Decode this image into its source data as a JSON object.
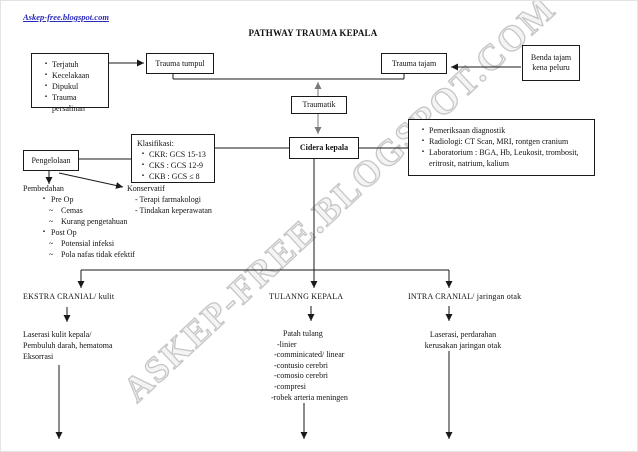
{
  "header": {
    "site_link": "Askep-free.blogspot.com",
    "title": "PATHWAY TRAUMA KEPALA"
  },
  "watermark": "ASKEP-FREE.BLOGSPOT.COM",
  "glyphs": {
    "square_bullet": "▪",
    "tilde": "~"
  },
  "flow": {
    "causes": [
      "Terjatuh",
      "Kecelakaan",
      "Dipukul",
      "Trauma persalinan"
    ],
    "trauma_tumpul": "Trauma tumpul",
    "trauma_tajam": "Trauma tajam",
    "benda_tajam": "Benda tajam kena peluru",
    "traumatik": "Traumatik",
    "cidera_kepala": "Cidera kepala",
    "klasifikasi": {
      "title": "Klasifikasi:",
      "items": [
        "CKR: GCS 15-13",
        "CKS : GCS 12-9",
        "CKB : GCS ≤ 8"
      ]
    },
    "pengelolaan": "Pengelolaan",
    "pemeriksaan": [
      "Pemeriksaan diagnostik",
      "Radiologi: CT Scan, MRI, rontgen cranium",
      "Laboratorium : BGA, Hb, Leukosit, trombosit, eritrosit, natrium, kalium"
    ],
    "pembedahan": {
      "title": "Pembedahan",
      "groups": [
        {
          "label": "Pre Op",
          "items": [
            "Cemas",
            "Kurang pengetahuan"
          ]
        },
        {
          "label": "Post Op",
          "items": [
            "Potensial infeksi",
            "Pola nafas tidak efektif"
          ]
        }
      ]
    },
    "konservatif": {
      "title": "Konservatif",
      "items": [
        "- Terapi farmakologi",
        "- Tindakan keperawatan"
      ]
    },
    "branches": {
      "ekstra_cranial": {
        "heading": "EKSTRA CRANIAL/ kulit",
        "lines": [
          "Laserasi kulit kepala/",
          "Pembuluh darah, hematoma",
          "Eksorrasi"
        ]
      },
      "tulang_kepala": {
        "heading": "TULANNG KEPALA",
        "lines": [
          "Patah tulang",
          "-linier",
          "-comminicated/ linear",
          "-contusio cerebri",
          "-comosio cerebri",
          "-compresi",
          "-robek arteria meningen"
        ]
      },
      "intra_cranial": {
        "heading": "INTRA CRANIAL/ jaringan otak",
        "lines": [
          "Laserasi, perdarahan",
          "kerusakan jaringan otak"
        ]
      }
    }
  }
}
